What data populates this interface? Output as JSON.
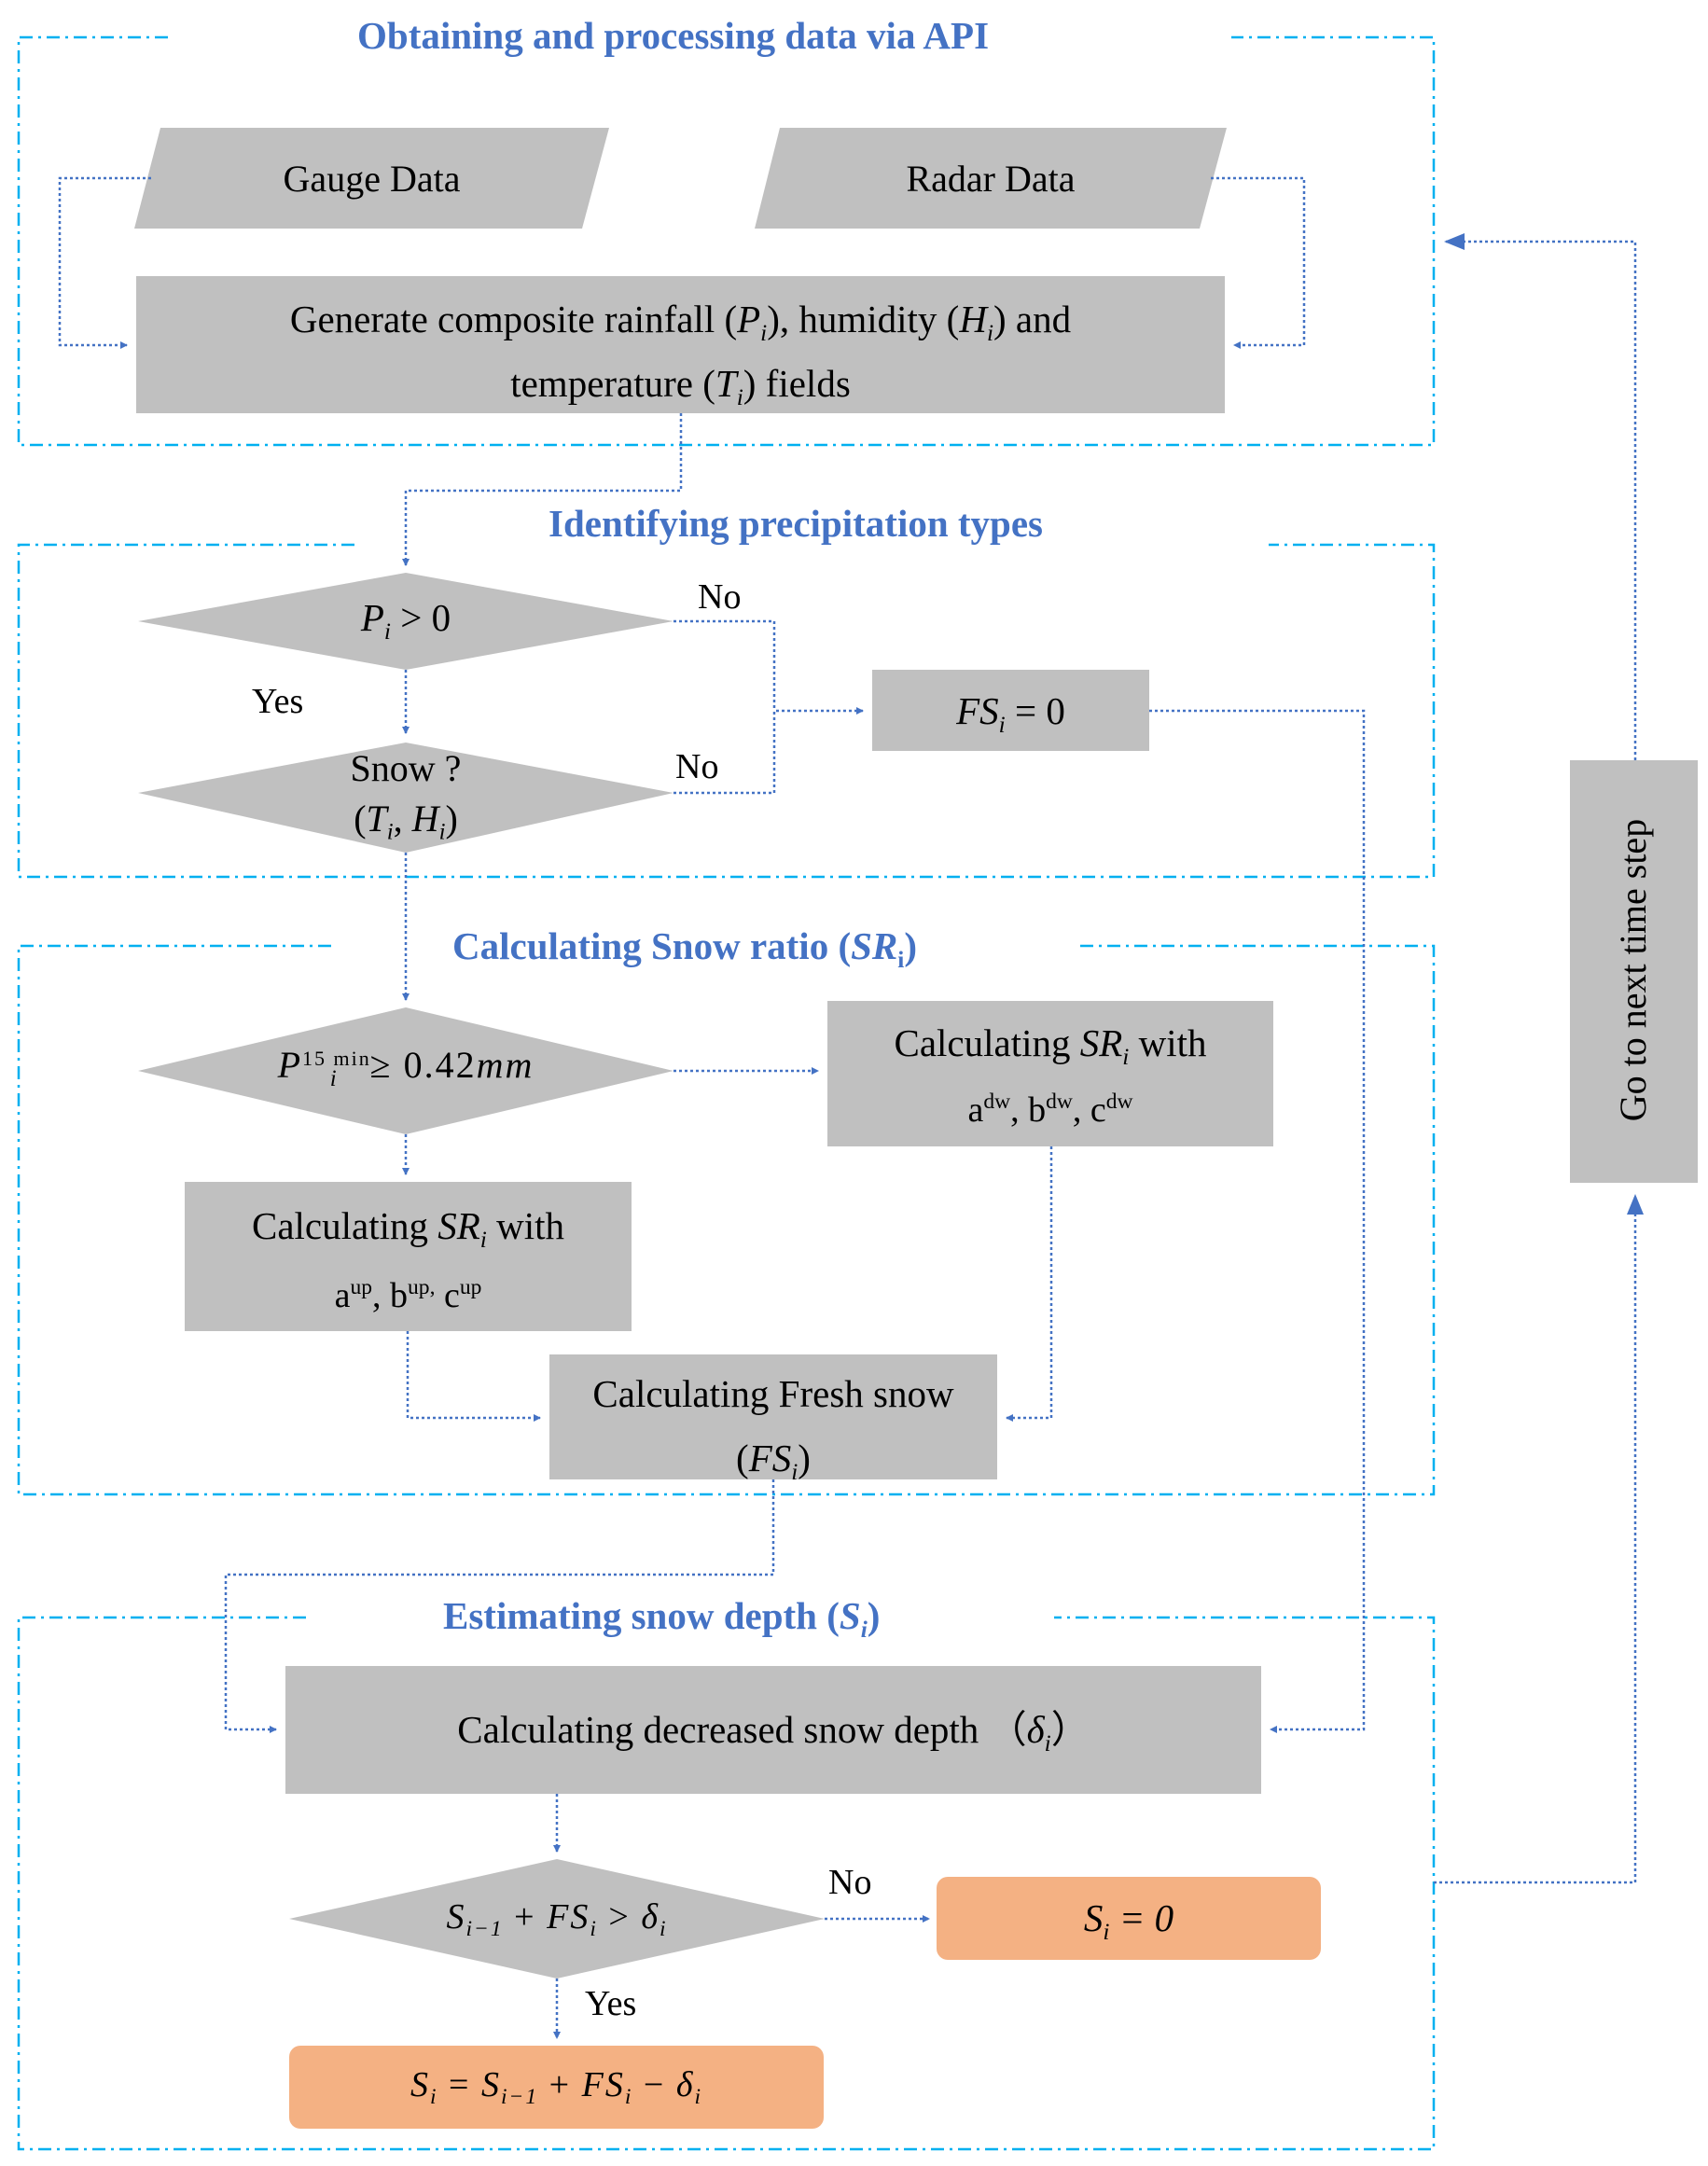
{
  "sections": {
    "api": "Obtaining and processing data via API",
    "precip": "Identifying precipitation types",
    "snow_ratio": "Calculating Snow ratio (",
    "snow_ratio_var": "SR",
    "snow_ratio_sub": "i",
    "snow_ratio_close": ")",
    "depth": "Estimating snow depth (",
    "depth_var": "S",
    "depth_sub": "i",
    "depth_close": ")"
  },
  "inputs": {
    "gauge": "Gauge Data",
    "radar": "Radar Data"
  },
  "composite": {
    "line1_a": "Generate composite rainfall (",
    "line1_b": "), humidity (",
    "line1_c": ") and",
    "line2_a": "temperature (",
    "line2_b": ") fields",
    "var_p": "P",
    "var_h": "H",
    "var_t": "T",
    "sub_i": "i"
  },
  "decisions": {
    "rain": {
      "var": "P",
      "sub": "i",
      "rest": " > 0"
    },
    "snow": {
      "line1": "Snow ?",
      "open": "(",
      "t": "T",
      "ti": "i",
      "comma": ", ",
      "h": "H",
      "hi": "i",
      "close": ")"
    },
    "threshold": {
      "var": "P",
      "sub": "i",
      "sup": "15 min",
      "rest": " ≥ 0.42",
      "unit": "mm"
    },
    "depth_check": {
      "a": "S",
      "a_sub": "i−1",
      "plus": " + ",
      "b": "FS",
      "b_sub": "i",
      "gt": " > ",
      "c": "δ",
      "c_sub": "i"
    }
  },
  "processes": {
    "fs_zero": {
      "var": "FS",
      "sub": "i",
      "rest": " = 0"
    },
    "sr_dw": {
      "line1": "Calculating ",
      "var": "SR",
      "sub": "i",
      "with": " with",
      "a": "a",
      "b": "b",
      "c": "c",
      "sup": "dw",
      "sep": ", "
    },
    "sr_up": {
      "line1": "Calculating ",
      "var": "SR",
      "sub": "i",
      "with": " with",
      "a": "a",
      "b": "b",
      "c": "c",
      "sup": "up",
      "sup_b": "up,",
      "sep": ", "
    },
    "fresh": {
      "line1": "Calculating Fresh snow",
      "open": "(",
      "var": "FS",
      "sub": "i",
      "close": ")"
    },
    "decreased": {
      "text": "Calculating decreased snow depth",
      "open": "（",
      "var": "δ",
      "sub": "i",
      "close": "）"
    }
  },
  "outcomes": {
    "zero": {
      "var": "S",
      "sub": "i",
      "rest": " = 0"
    },
    "update": {
      "s": "S",
      "s_sub": "i",
      "eq": " = ",
      "s2": "S",
      "s2_sub": "i−1",
      "plus": " + ",
      "fs": "FS",
      "fs_sub": "i",
      "minus": " − ",
      "d": "δ",
      "d_sub": "i"
    }
  },
  "labels": {
    "no_1": "No",
    "no_2": "No",
    "no_3": "No",
    "yes_1": "Yes",
    "yes_2": "Yes",
    "next_step": "Go to next time step"
  },
  "colors": {
    "box": "#C0C0C0",
    "outcome": "#F4B183",
    "section_title": "#4472C4",
    "frame": "#00B0F0",
    "arrow": "#4472C4"
  }
}
